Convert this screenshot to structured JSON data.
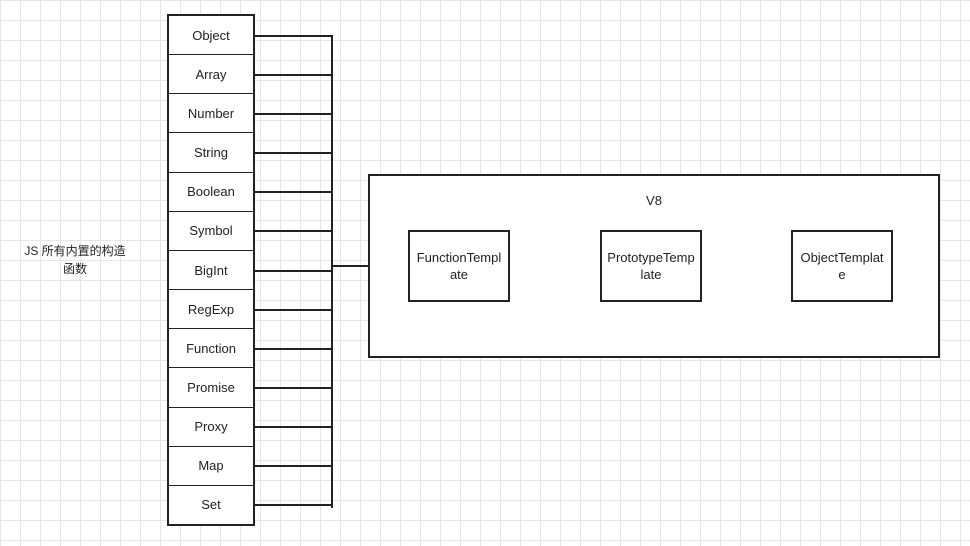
{
  "side_label": "JS 所有内置的构造\n函数",
  "constructors": [
    "Object",
    "Array",
    "Number",
    "String",
    "Boolean",
    "Symbol",
    "BigInt",
    "RegExp",
    "Function",
    "Promise",
    "Proxy",
    "Map",
    "Set"
  ],
  "v8": {
    "title": "V8",
    "templates": [
      "FunctionTemplate",
      "PrototypeTemplate",
      "ObjectTemplate"
    ]
  },
  "colors": {
    "stroke": "#222222",
    "grid": "#e6e6e6",
    "background": "#ffffff"
  }
}
